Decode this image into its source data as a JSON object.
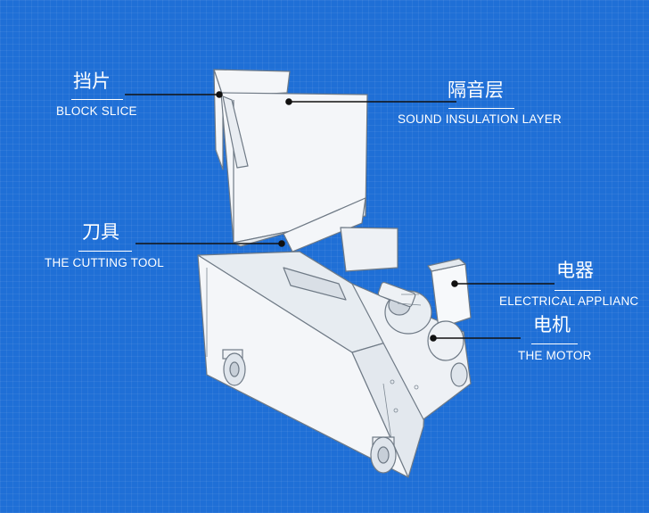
{
  "labels": {
    "block_slice": {
      "zh": "挡片",
      "en": "BLOCK SLICE"
    },
    "sound_insulation": {
      "zh": "隔音层",
      "en": "SOUND INSULATION LAYER"
    },
    "cutting_tool": {
      "zh": "刀具",
      "en": "THE CUTTING TOOL"
    },
    "electrical": {
      "zh": "电器",
      "en": "ELECTRICAL APPLIANC"
    },
    "motor": {
      "zh": "电机",
      "en": "THE MOTOR"
    }
  },
  "colors": {
    "background": "#1f6fd6",
    "label_text": "#ffffff",
    "leader_line": "#111111",
    "machine_fill": "#f4f6f9",
    "machine_shadow": "#dde3ea",
    "machine_edge": "#6f7a86"
  }
}
